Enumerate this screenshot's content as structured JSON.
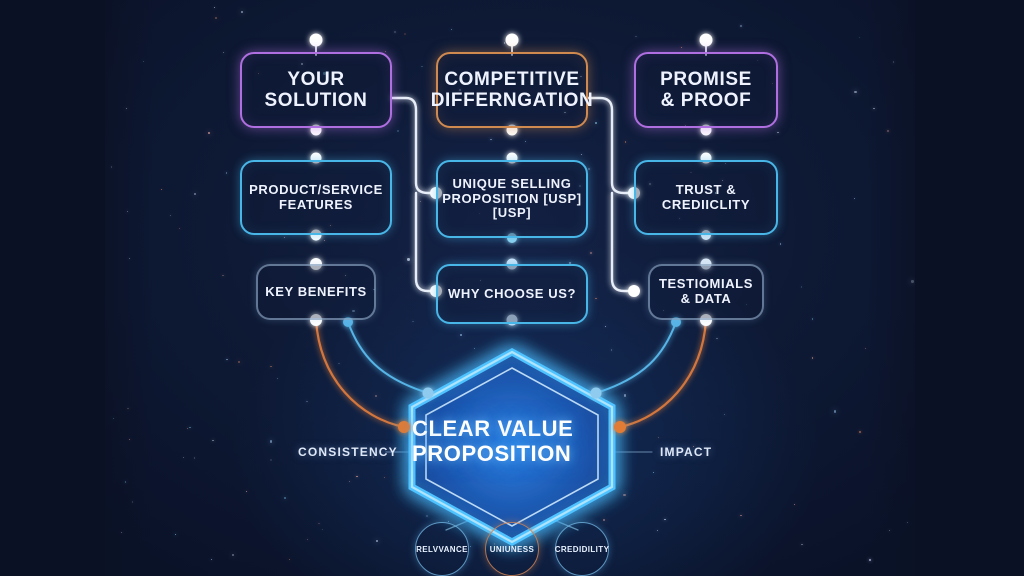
{
  "diagram": {
    "title_hex": "CLEAR\nVALUE\nPROPOSITION",
    "top_row": [
      {
        "label": "YOUR\nSOLUTION",
        "accent": "#b06fe0"
      },
      {
        "label": "COMPETITIVE\nDIFFERNGATION",
        "accent": "#d08a50"
      },
      {
        "label": "PROMISE\n& PROOF",
        "accent": "#b06fe0"
      }
    ],
    "middle_row": [
      {
        "label": "PRODUCT/SERVICE\nFEATURES",
        "accent": "#49b6e8"
      },
      {
        "label": "UNIQUE SELLING\nPROPOSITION [USP]\n[USP]",
        "accent": "#49b6e8"
      },
      {
        "label": "TRUST &\nCREDIICLITY",
        "accent": "#49b6e8"
      }
    ],
    "bottom_row": [
      {
        "label": "KEY BENEFITS",
        "accent": "#a8c4e2"
      },
      {
        "label": "WHY CHOOSE US?",
        "accent": "#49b6e8"
      },
      {
        "label": "TESTIOMIALS\n& DATA",
        "accent": "#a8c4e2"
      }
    ],
    "side_labels": {
      "left": "CONSISTENCY",
      "right": "IMPACT"
    },
    "pills": [
      {
        "label": "RELVVANCE",
        "accent": "#78bee8"
      },
      {
        "label": "UNIUNESS",
        "accent": "#cd8255"
      },
      {
        "label": "CREDIDILITY",
        "accent": "#78bee8"
      }
    ],
    "colors": {
      "background": "#0b1124",
      "panel": "#12204a",
      "node": "#ffffff",
      "link_white": "#e8eef8",
      "link_cyan": "#56b4e6",
      "link_orange": "#d2763c",
      "hex_glow": "#35a6ff"
    }
  }
}
